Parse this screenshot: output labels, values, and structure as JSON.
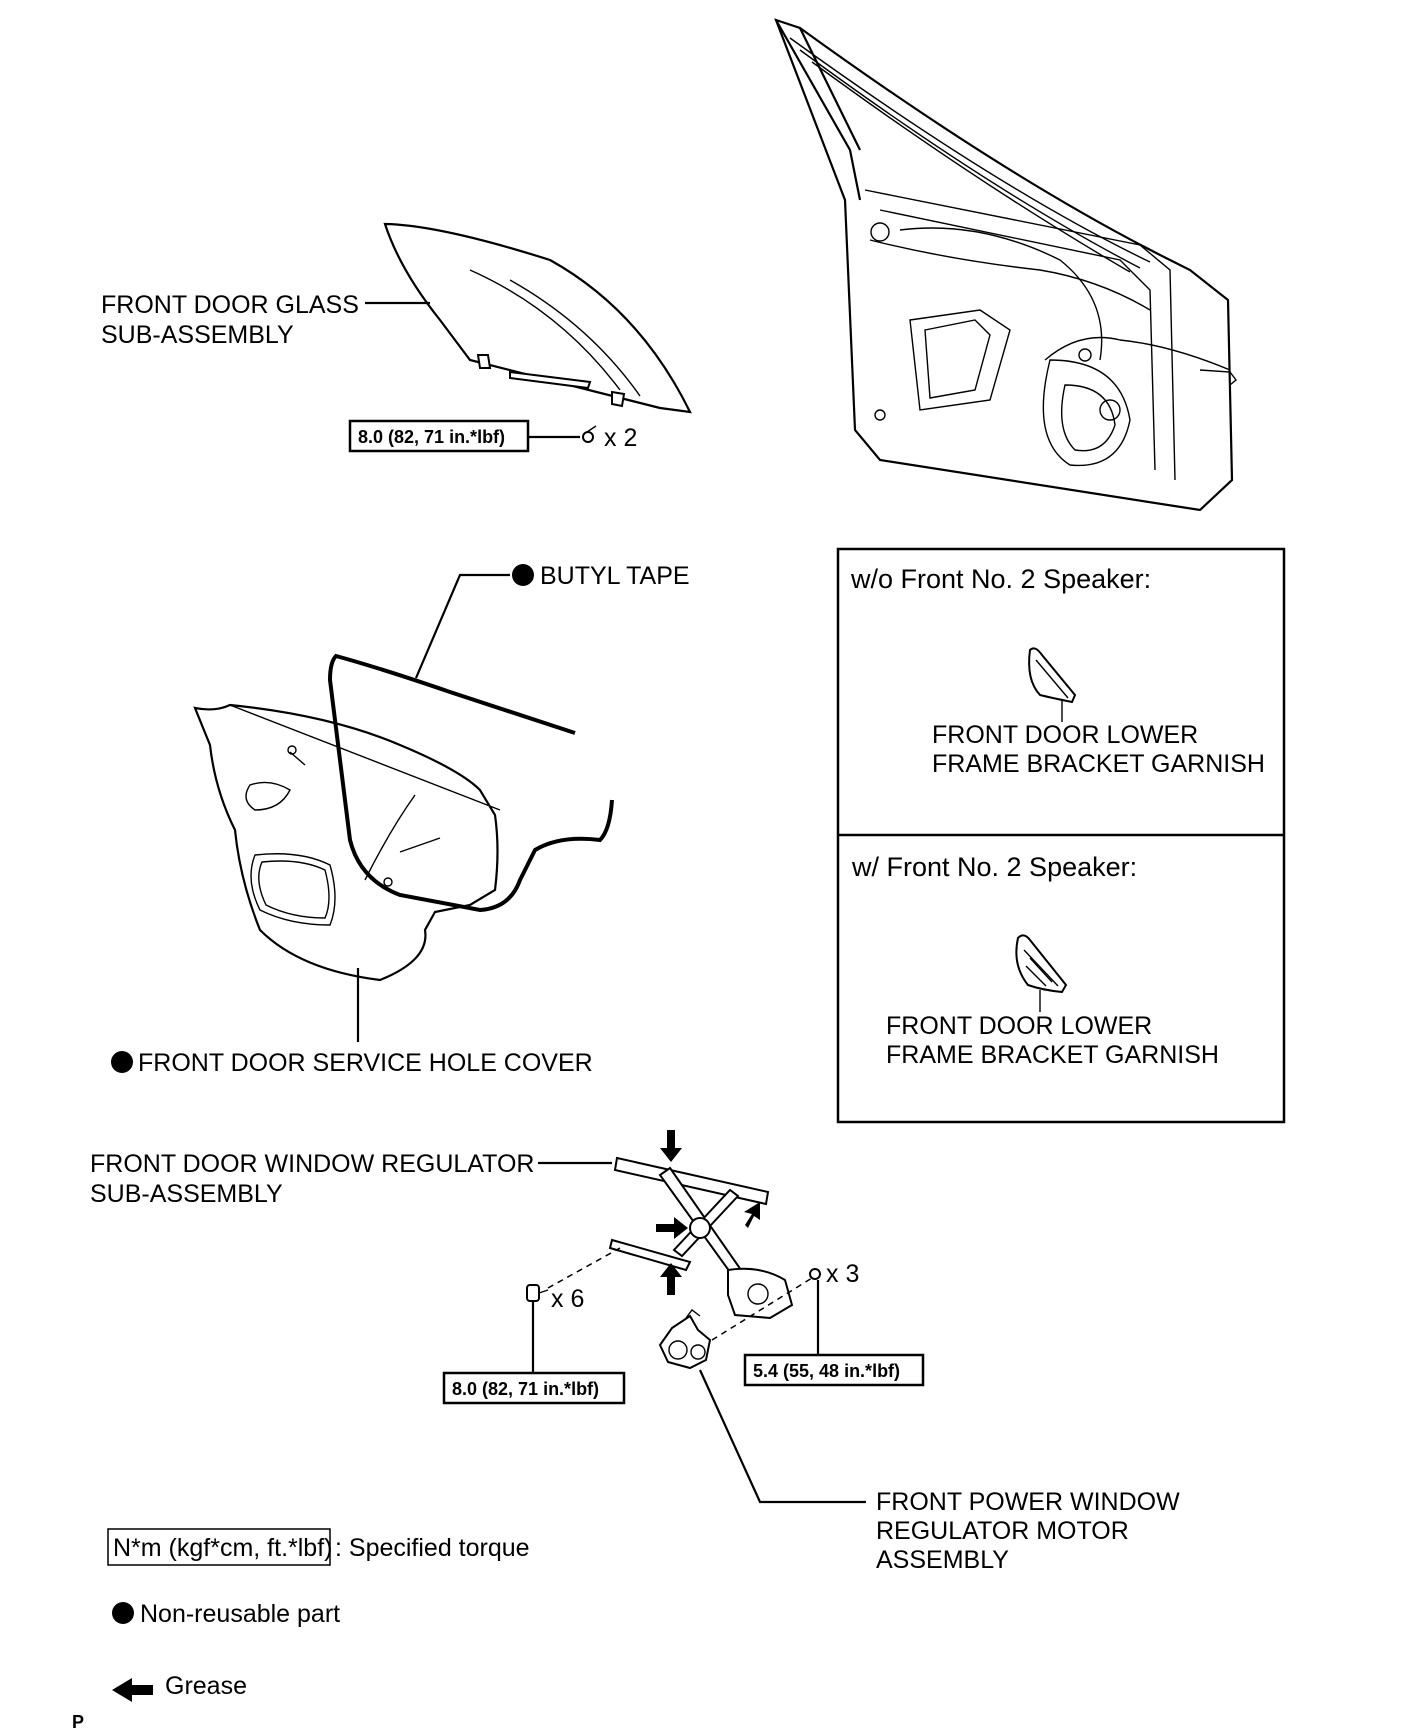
{
  "labels": {
    "glass_line1": "FRONT DOOR GLASS",
    "glass_line2": "SUB-ASSEMBLY",
    "butyl_tape": "BUTYL TAPE",
    "service_hole_cover": "FRONT DOOR SERVICE HOLE COVER",
    "regulator_line1": "FRONT DOOR WINDOW REGULATOR",
    "regulator_line2": "SUB-ASSEMBLY",
    "motor_line1": "FRONT POWER WINDOW",
    "motor_line2": "REGULATOR MOTOR",
    "motor_line3": "ASSEMBLY"
  },
  "torques": {
    "glass_bolt": "8.0 (82, 71 in.*lbf)",
    "regulator_bolt": "8.0 (82, 71 in.*lbf)",
    "motor_bolt": "5.4 (55, 48 in.*lbf)"
  },
  "quantities": {
    "glass_bolts": "x 2",
    "regulator_bolts": "x 6",
    "motor_bolts": "x 3"
  },
  "variants": {
    "without_speaker": {
      "title": "w/o Front No. 2 Speaker:",
      "part_line1": "FRONT DOOR LOWER",
      "part_line2": "FRAME BRACKET GARNISH"
    },
    "with_speaker": {
      "title": "w/ Front No. 2 Speaker:",
      "part_line1": "FRONT DOOR LOWER",
      "part_line2": "FRAME BRACKET GARNISH"
    }
  },
  "legend": {
    "torque_unit": "N*m (kgf*cm, ft.*lbf)",
    "torque_text": ": Specified torque",
    "non_reusable": "Non-reusable part",
    "grease": "Grease"
  },
  "footer_code": "P",
  "icons": {
    "non_reusable": "filled-circle-icon",
    "grease": "arrow-left-icon"
  }
}
